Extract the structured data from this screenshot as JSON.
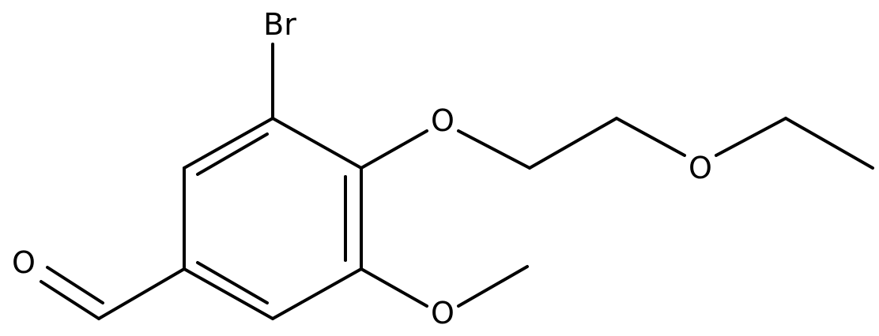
{
  "molecule": {
    "atoms": {
      "bromine": "Br",
      "ether_oxygen_ring": "O",
      "ether_oxygen_chain": "O",
      "methoxy_oxygen": "O",
      "aldehyde_oxygen": "O"
    }
  }
}
